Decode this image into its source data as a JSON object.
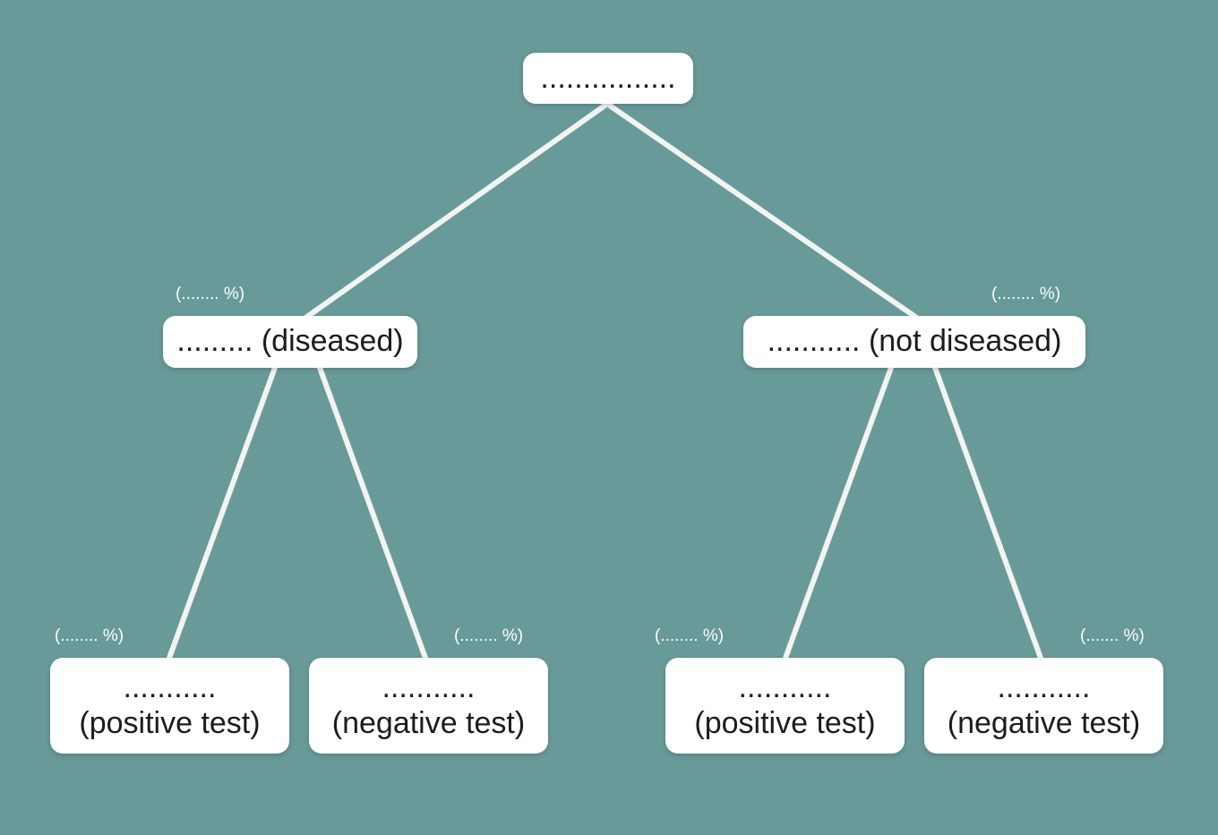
{
  "colors": {
    "background": "#689a99",
    "node_fill": "#ffffff",
    "edge": "#f2f4f3",
    "percent_text": "#ffffff"
  },
  "tree": {
    "root": {
      "label": "................"
    },
    "diseased": {
      "label": "......... (diseased)",
      "percent": "(........ %)"
    },
    "not_diseased": {
      "label": "........... (not diseased)",
      "percent": "(........ %)"
    },
    "diseased_positive": {
      "count": "...........",
      "label": "(positive test)",
      "percent": "(........ %)"
    },
    "diseased_negative": {
      "count": "...........",
      "label": "(negative test)",
      "percent": "(........ %)"
    },
    "not_diseased_positive": {
      "count": "...........",
      "label": "(positive test)",
      "percent": "(........ %)"
    },
    "not_diseased_negative": {
      "count": "...........",
      "label": "(negative test)",
      "percent": "(....... %)"
    }
  }
}
